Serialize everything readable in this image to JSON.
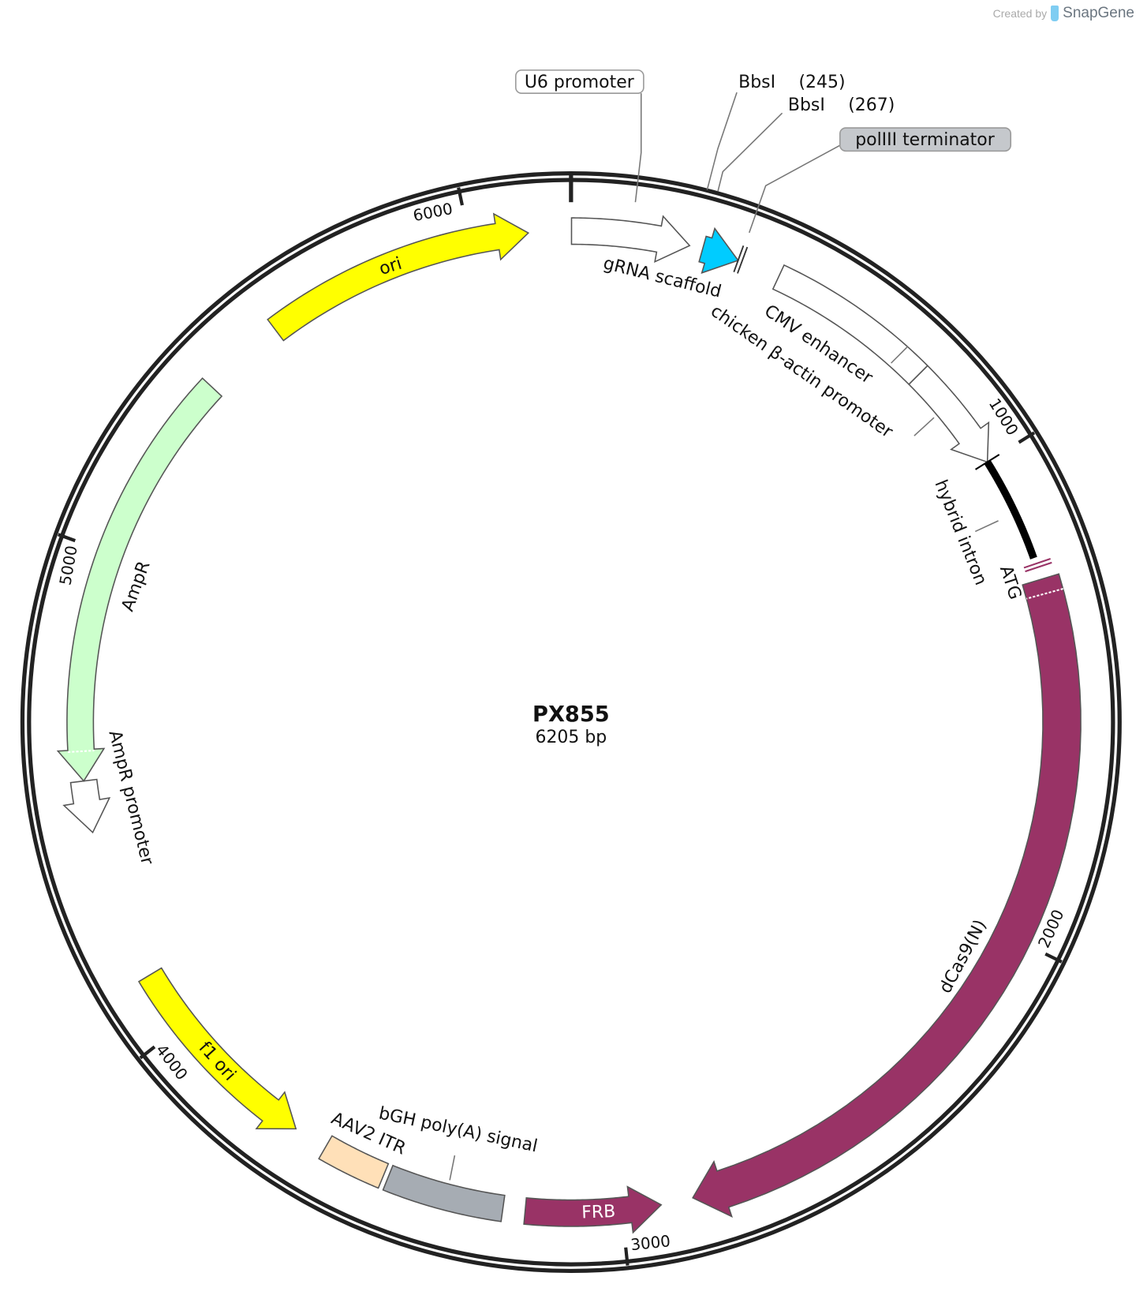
{
  "credit": {
    "prefix": "Created by",
    "brand": "SnapGene"
  },
  "plasmid": {
    "name": "PX855",
    "length_label": "6205 bp",
    "length_bp": 6205
  },
  "ticks": [
    {
      "bp": 1000,
      "label": "1000"
    },
    {
      "bp": 2000,
      "label": "2000"
    },
    {
      "bp": 3000,
      "label": "3000"
    },
    {
      "bp": 4000,
      "label": "4000"
    },
    {
      "bp": 5000,
      "label": "5000"
    },
    {
      "bp": 6000,
      "label": "6000"
    }
  ],
  "features": [
    {
      "name": "ori",
      "start": 5567,
      "end": 6119,
      "type": "arrow",
      "dir": "cw",
      "color": "#ffff00"
    },
    {
      "name": "U6 promoter",
      "start": 1,
      "end": 241,
      "type": "arrow",
      "dir": "cw",
      "color": "#ffffff"
    },
    {
      "name": "gRNA scaffold",
      "start": 268,
      "end": 343,
      "type": "arrow",
      "dir": "cw",
      "color": "#00ccff"
    },
    {
      "name": "CMV enhancer",
      "start": 431,
      "end": 776,
      "type": "box",
      "dir": "cw",
      "color": "#ffffff"
    },
    {
      "name": "chicken β-actin promoter",
      "start": 776,
      "end": 1000,
      "type": "arrow",
      "dir": "cw",
      "color": "#ffffff"
    },
    {
      "name": "dCas9(N)",
      "start": 1260,
      "end": 2855,
      "type": "arrow",
      "dir": "cw",
      "color": "#993366"
    },
    {
      "name": "FRB",
      "start": 2920,
      "end": 3195,
      "type": "arrow",
      "dir": "ccw",
      "color": "#993366"
    },
    {
      "name": "bGH poly(A) signal",
      "start": 3240,
      "end": 3480,
      "type": "box",
      "dir": "none",
      "color": "#a6acb3"
    },
    {
      "name": "AAV2 ITR",
      "start": 3490,
      "end": 3620,
      "type": "box",
      "dir": "none",
      "color": "#ffe0b8"
    },
    {
      "name": "f1 ori",
      "start": 3690,
      "end": 4120,
      "type": "arrow",
      "dir": "ccw",
      "color": "#ffff00"
    },
    {
      "name": "AmpR promoter",
      "start": 4430,
      "end": 4535,
      "type": "arrow",
      "dir": "ccw",
      "color": "#ffffff"
    },
    {
      "name": "AmpR",
      "start": 4535,
      "end": 5395,
      "type": "arrow",
      "dir": "ccw",
      "color": "#ccffcc"
    }
  ],
  "hybrid_intron": {
    "name": "hybrid intron",
    "start": 1000,
    "end": 1215,
    "color": "#000000"
  },
  "polIII_terminator": {
    "name": "polIII terminator",
    "bp": 347
  },
  "atg": {
    "name": "ATG",
    "bp": 1231,
    "color": "#993366"
  },
  "sites": [
    {
      "enzyme": "BbsI",
      "pos": "(245)"
    },
    {
      "enzyme": "BbsI",
      "pos": "(267)"
    }
  ]
}
